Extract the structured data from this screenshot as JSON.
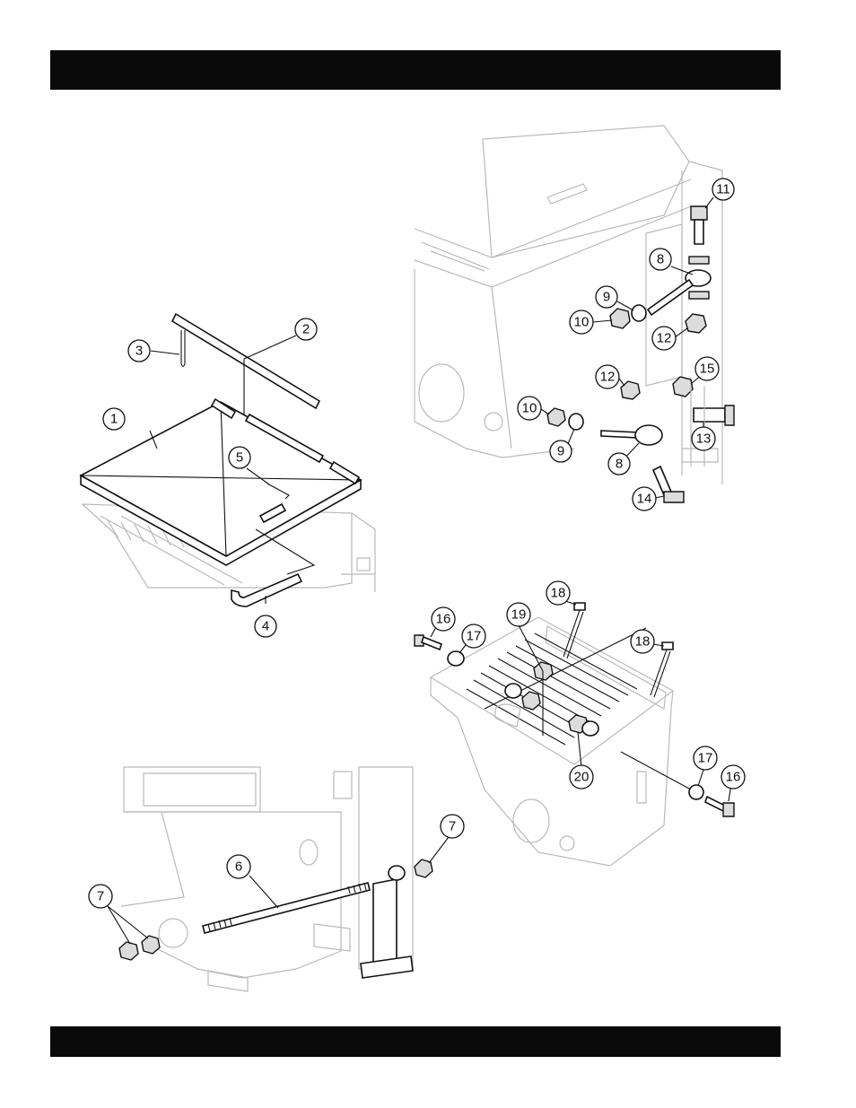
{
  "header": {
    "title": ""
  },
  "footer": {
    "text": ""
  },
  "callouts": {
    "c1": "1",
    "c2": "2",
    "c3": "3",
    "c4": "4",
    "c5": "5",
    "c6": "6",
    "c7a": "7",
    "c7b": "7",
    "c8a": "8",
    "c8b": "8",
    "c9a": "9",
    "c9b": "9",
    "c10a": "10",
    "c10b": "10",
    "c11": "11",
    "c12a": "12",
    "c12b": "12",
    "c13": "13",
    "c14": "14",
    "c15": "15",
    "c16a": "16",
    "c16b": "16",
    "c17a": "17",
    "c17b": "17",
    "c18a": "18",
    "c18b": "18",
    "c19": "19",
    "c20": "20"
  }
}
